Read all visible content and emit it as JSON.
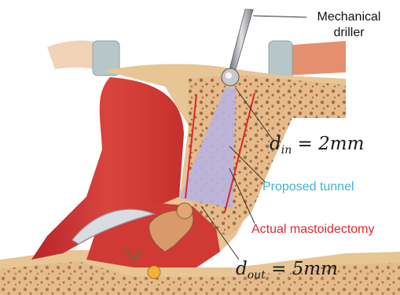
{
  "labels": {
    "driller_line1": "Mechanical",
    "driller_line2": "driller",
    "proposed_tunnel": "Proposed tunnel",
    "actual_mastoidectomy": "Actual mastoidectomy",
    "d_in_symbol": "d",
    "d_in_subscript": "in",
    "d_in_value": " = 2mm",
    "d_out_symbol": "d",
    "d_out_subscript": "out",
    "d_out_value": " = 5mm"
  },
  "colors": {
    "proposed_tunnel": "#3fb2cf",
    "actual_mastoidectomy": "#e0262b",
    "tunnel_fill": "#b9b4e0",
    "canal": "#c9302c",
    "bone": "#e9c79a",
    "skin": "#f2c8a8"
  },
  "icons": {
    "driller": "drill-icon",
    "ossicles": "ossicle-chain-icon",
    "eardrum": "tympanic-membrane-icon"
  }
}
